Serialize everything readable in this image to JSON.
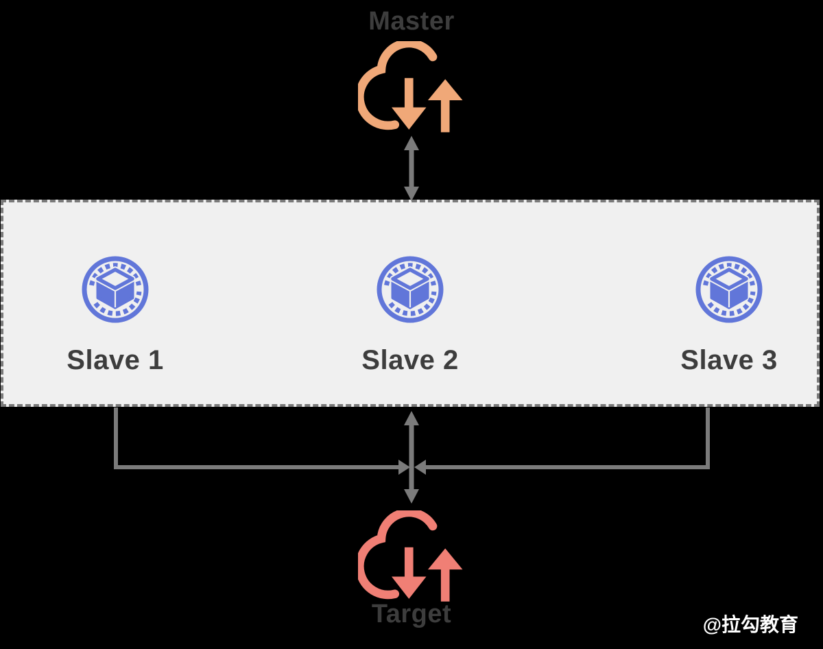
{
  "diagram": {
    "title_context": "Master-Slave replication to Target",
    "master": {
      "label": "Master",
      "icon": "cloud-sync-icon"
    },
    "target": {
      "label": "Target",
      "icon": "cloud-sync-icon"
    },
    "slaves": [
      {
        "label": "Slave 1",
        "icon": "cube-ring-icon"
      },
      {
        "label": "Slave 2",
        "icon": "cube-ring-icon"
      },
      {
        "label": "Slave 3",
        "icon": "cube-ring-icon"
      }
    ],
    "watermark": "@拉勾教育",
    "colors": {
      "background": "#000000",
      "master_cloud": "#F0A878",
      "target_cloud": "#F07F75",
      "slave_icon": "#6176D9",
      "box_fill": "#F0F0F0",
      "box_border": "#7A7A7A",
      "arrow": "#7B7B7B",
      "label_text": "#3D3D3D",
      "watermark_text": "#FFFFFF"
    }
  }
}
